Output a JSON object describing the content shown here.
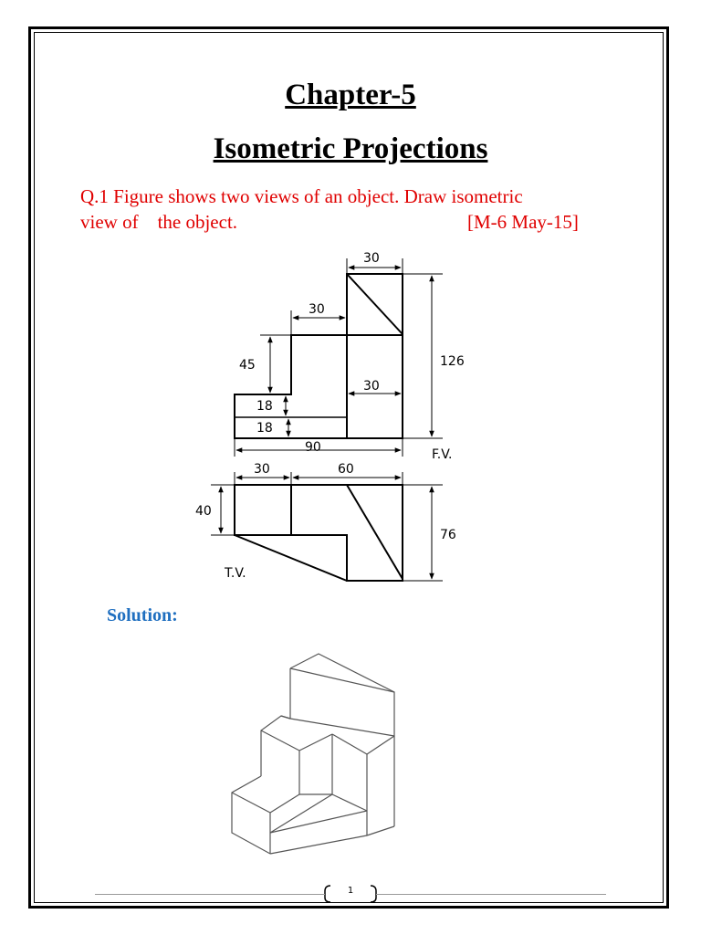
{
  "heading": {
    "chapter": "Chapter-5",
    "title": "Isometric Projections"
  },
  "question": {
    "line1": "Q.1 Figure shows two views of an object. Draw isometric",
    "line2": "view of    the object.",
    "reference": "[M-6 May-15]"
  },
  "drawing": {
    "front_view": {
      "label": "F.V.",
      "dims": {
        "top_width": "30",
        "step_width": "30",
        "step_height": "45",
        "lower_step_1": "18",
        "lower_step_2": "18",
        "inner_width": "30",
        "total_width": "90",
        "total_height": "126"
      }
    },
    "top_view": {
      "label": "T.V.",
      "dims": {
        "left_width": "30",
        "right_width": "60",
        "left_depth": "40",
        "total_depth": "76"
      }
    }
  },
  "solution_label": "Solution:",
  "footer": {
    "page": "1"
  }
}
